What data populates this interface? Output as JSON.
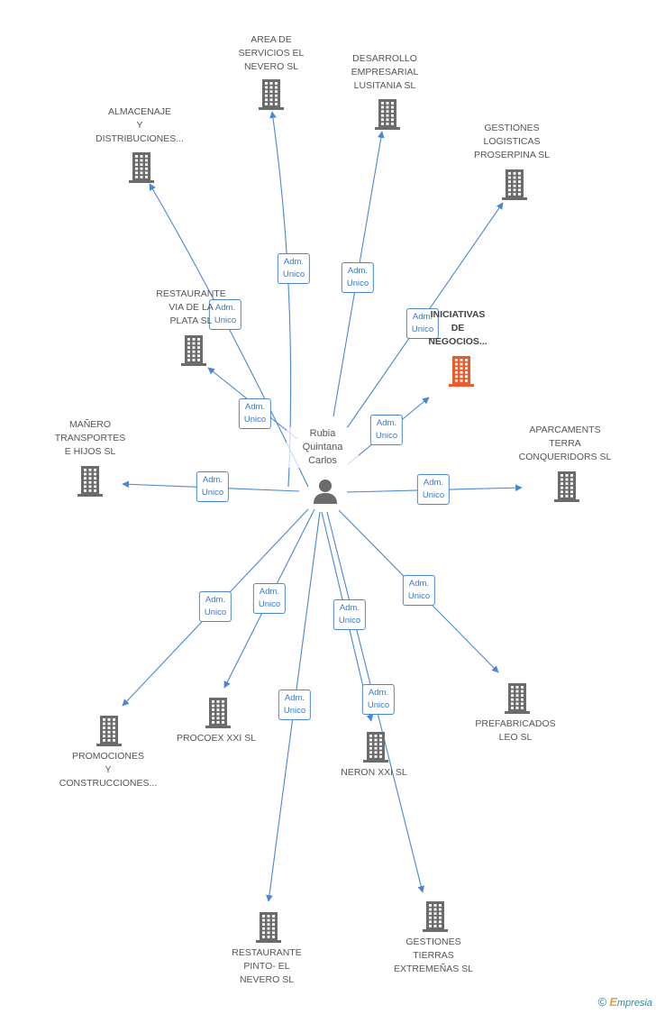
{
  "person": {
    "name": "Rubia\nQuintana\nCarlos"
  },
  "relation_label": "Adm.\nUnico",
  "colors": {
    "edge": "#4a86d4",
    "company": "#6b6b6b",
    "highlight": "#f05a2b",
    "person": "#6b6b6b"
  },
  "companies": [
    {
      "id": "area",
      "name": "AREA DE\nSERVICIOS EL\nNEVERO SL",
      "highlight": false
    },
    {
      "id": "desarrollo",
      "name": "DESARROLLO\nEMPRESARIAL\nLUSITANIA SL",
      "highlight": false
    },
    {
      "id": "almacenaje",
      "name": "ALMACENAJE\nY\nDISTRIBUCIONES...",
      "highlight": false
    },
    {
      "id": "gestiones_log",
      "name": "GESTIONES\nLOGISTICAS\nPROSERPINA SL",
      "highlight": false
    },
    {
      "id": "restaurante_via",
      "name": "RESTAURANTE\nVIA DE LA\nPLATA SL",
      "highlight": false
    },
    {
      "id": "iniciativas",
      "name": "INICIATIVAS\nDE\nNEGOCIOS...",
      "highlight": true
    },
    {
      "id": "manero",
      "name": "MAÑERO\nTRANSPORTES\nE HIJOS SL",
      "highlight": false
    },
    {
      "id": "aparcaments",
      "name": "APARCAMENTS\nTERRA\nCONQUERIDORS SL",
      "highlight": false
    },
    {
      "id": "promociones",
      "name": "PROMOCIONES\nY\nCONSTRUCCIONES...",
      "highlight": false
    },
    {
      "id": "procoex",
      "name": "PROCOEX XXI SL",
      "highlight": false
    },
    {
      "id": "neron",
      "name": "NERON XXI SL",
      "highlight": false
    },
    {
      "id": "prefabricados",
      "name": "PREFABRICADOS\nLEO SL",
      "highlight": false
    },
    {
      "id": "restaurante_pinto",
      "name": "RESTAURANTE\nPINTO- EL\nNEVERO SL",
      "highlight": false
    },
    {
      "id": "gestiones_tierras",
      "name": "GESTIONES\nTIERRAS\nEXTREMEÑAS SL",
      "highlight": false
    }
  ],
  "footer": {
    "copyright": "©",
    "brand_initial": "E",
    "brand_rest": "mpresia"
  }
}
